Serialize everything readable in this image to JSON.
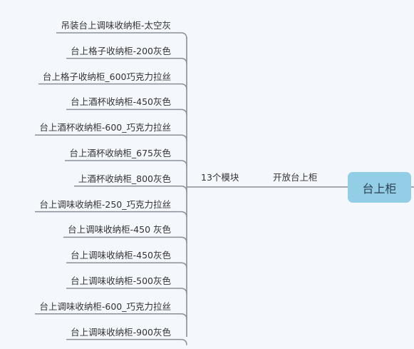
{
  "root": {
    "label": "台上柜"
  },
  "branch": {
    "label": "开放台上柜"
  },
  "group": {
    "label": "13个模块"
  },
  "leaves": [
    "吊装台上调味收纳柜-太空灰",
    "台上格子收纳柜-200灰色",
    "台上格子收纳柜_600巧克力拉丝",
    "台上酒杯收纳柜-450灰色",
    "台上酒杯收纳柜-600_巧克力拉丝",
    "台上酒杯收纳柜_675灰色",
    "上酒杯收纳柜_800灰色",
    "台上调味收纳柜-250_巧克力拉丝",
    "台上调味收纳柜-450 灰色",
    "台上调味收纳柜-450灰色",
    "台上调味收纳柜-500灰色",
    "台上调味收纳柜-600_巧克力拉丝",
    "台上调味收纳柜-900灰色"
  ],
  "colors": {
    "line": "#8a9099",
    "root_fill": "#92cfe6",
    "background": "#f4f8fd"
  }
}
